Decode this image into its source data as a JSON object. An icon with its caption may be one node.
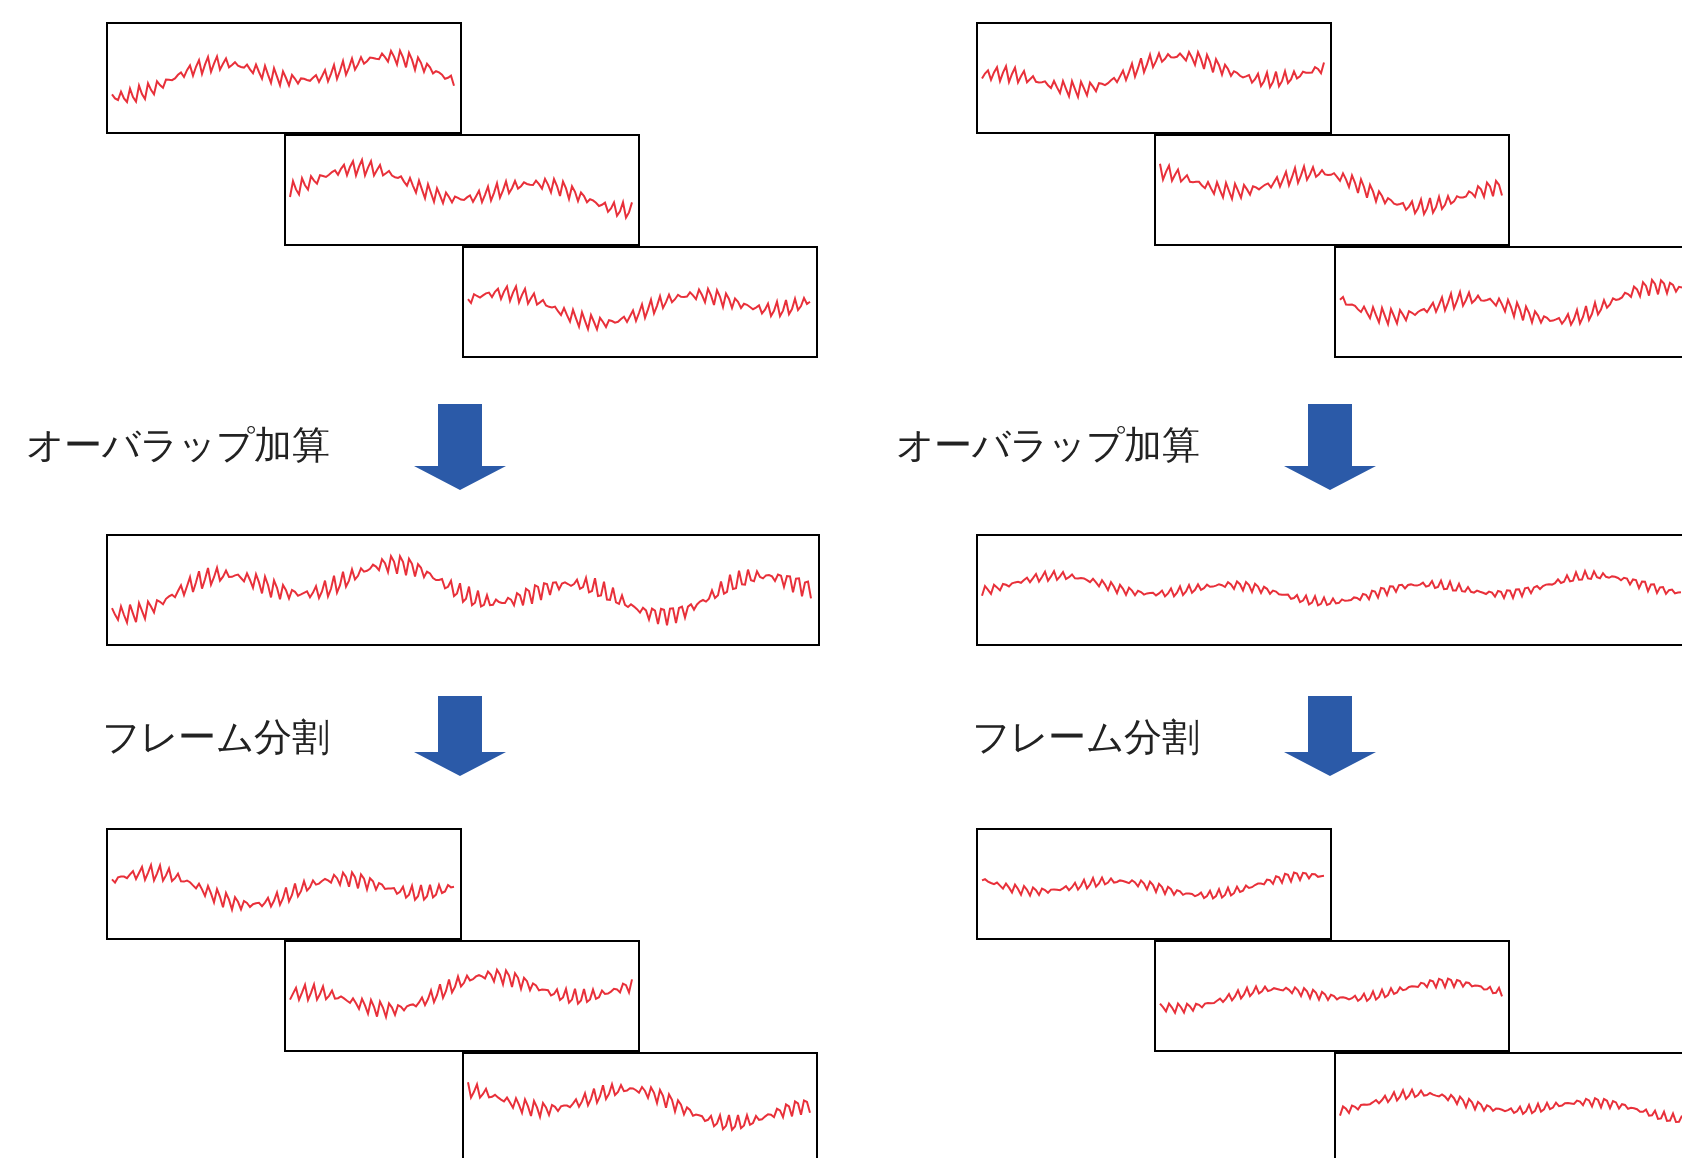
{
  "diagram": {
    "nodes": [
      {
        "text": [],
        "shape": "box"
      },
      {
        "text": [],
        "shape": "box"
      },
      {
        "text": [],
        "shape": "box"
      },
      {
        "text": [],
        "shape": "box"
      },
      {
        "text": [],
        "shape": "box"
      },
      {
        "text": [],
        "shape": "box"
      },
      {
        "text": [],
        "shape": "box"
      },
      {
        "text": [],
        "shape": "box"
      },
      {
        "text": [],
        "shape": "box"
      },
      {
        "text": [],
        "shape": "box"
      },
      {
        "text": [],
        "shape": "box"
      },
      {
        "text": [],
        "shape": "box"
      },
      {
        "text": [],
        "shape": "box"
      },
      {
        "text": [],
        "shape": "box"
      }
    ],
    "edges": [
      {
        "from": null,
        "to": 6,
        "arrow": "to",
        "label": "オーバラップ加算"
      },
      {
        "from": null,
        "to": 7,
        "arrow": "to",
        "label": "オーバラップ加算"
      },
      {
        "from": 6,
        "to": null,
        "arrow": "to",
        "label": "フレーム分割"
      },
      {
        "from": 7,
        "to": null,
        "arrow": "to",
        "label": "フレーム分割"
      }
    ]
  }
}
